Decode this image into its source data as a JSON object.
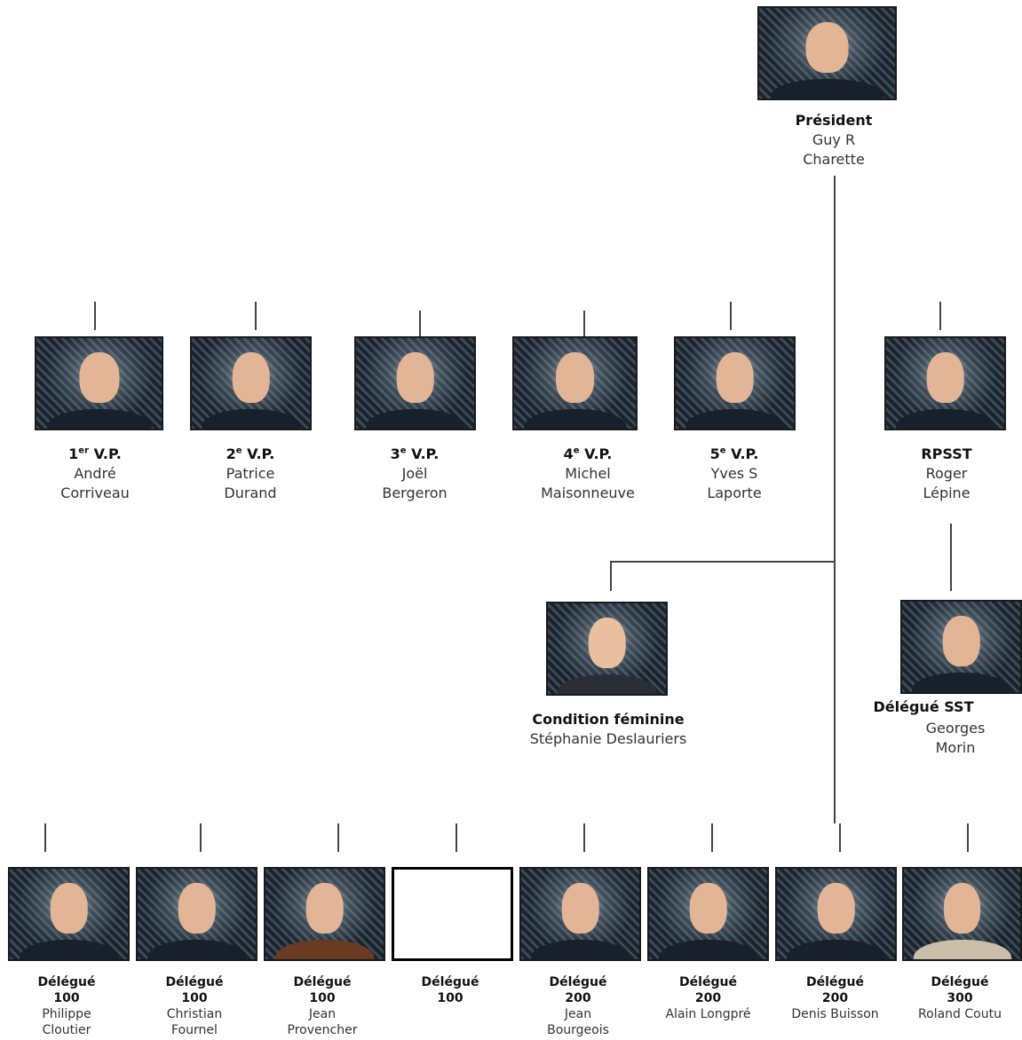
{
  "president": {
    "role": "Président",
    "first": "Guy R",
    "last": "Charette"
  },
  "vps": [
    {
      "ord": "1",
      "sup": "er",
      "suffix": " V.P.",
      "first": "André",
      "last": "Corriveau"
    },
    {
      "ord": "2",
      "sup": "e",
      "suffix": " V.P.",
      "first": "Patrice",
      "last": "Durand"
    },
    {
      "ord": "3",
      "sup": "e",
      "suffix": " V.P.",
      "first": "Joël",
      "last": "Bergeron"
    },
    {
      "ord": "4",
      "sup": "e",
      "suffix": " V.P.",
      "first": "Michel",
      "last": "Maisonneuve"
    },
    {
      "ord": "5",
      "sup": "e",
      "suffix": " V.P.",
      "first": "Yves S",
      "last": "Laporte"
    }
  ],
  "rpsst": {
    "role": "RPSST",
    "first": "Roger",
    "last": "Lépine"
  },
  "condition": {
    "role": "Condition féminine",
    "name": "Stéphanie Deslauriers"
  },
  "sst": {
    "role": "Délégué SST",
    "first": "Georges",
    "last": "Morin"
  },
  "delegates": [
    {
      "role": "Délégué",
      "sector": "100",
      "first": "Philippe",
      "last": "Cloutier"
    },
    {
      "role": "Délégué",
      "sector": "100",
      "first": "Christian",
      "last": "Fournel"
    },
    {
      "role": "Délégué",
      "sector": "100",
      "first": "Jean",
      "last": "Provencher"
    },
    {
      "role": "Délégué",
      "sector": "100",
      "first": "",
      "last": ""
    },
    {
      "role": "Délégué",
      "sector": "200",
      "first": "Jean",
      "last": "Bourgeois"
    },
    {
      "role": "Délégué",
      "sector": "200",
      "first": "Alain Longpré",
      "last": ""
    },
    {
      "role": "Délégué",
      "sector": "200",
      "first": "Denis Buisson",
      "last": ""
    },
    {
      "role": "Délégué",
      "sector": "300",
      "first": "Roland Coutu",
      "last": ""
    }
  ]
}
